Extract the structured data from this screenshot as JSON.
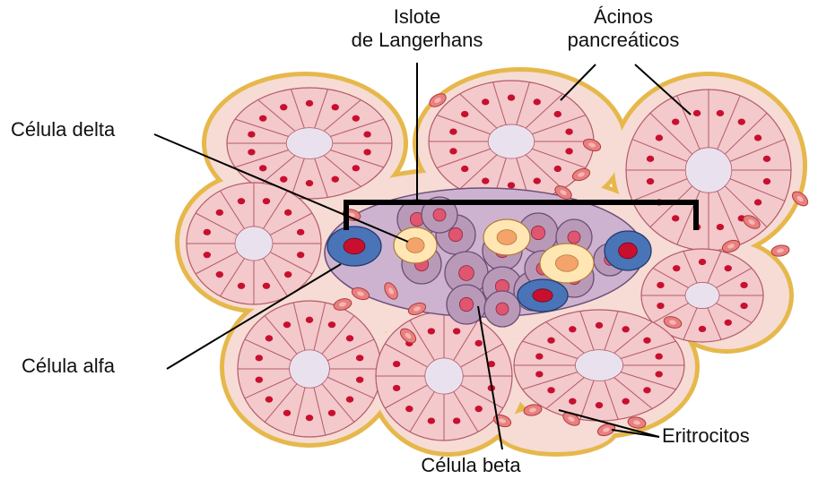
{
  "labels": {
    "islote_line1": "Islote",
    "islote_line2": "de Langerhans",
    "acinos_line1": "Ácinos",
    "acinos_line2": "pancreáticos",
    "delta": "Célula delta",
    "alfa": "Célula alfa",
    "beta": "Célula beta",
    "eritrocitos": "Eritrocitos"
  },
  "colors": {
    "tissue_bg": "#f6dcd4",
    "tissue_border": "#e6b84c",
    "acinus_cell": "#f3c9cb",
    "acinus_cell_stroke": "#b45a6a",
    "acinus_lumen": "#e9e2ee",
    "nucleus": "#c8102e",
    "islet_cell": "#b89ab8",
    "islet_stroke": "#6e4d78",
    "beta_nucleus": "#e0556f",
    "delta_cell": "#ffe6b3",
    "delta_nucleus": "#f4a46a",
    "alpha_cell": "#4a74b8",
    "alpha_nucleus": "#c8102e",
    "erythrocyte": "#e88080",
    "bracket": "#000000",
    "leader": "#000000"
  }
}
